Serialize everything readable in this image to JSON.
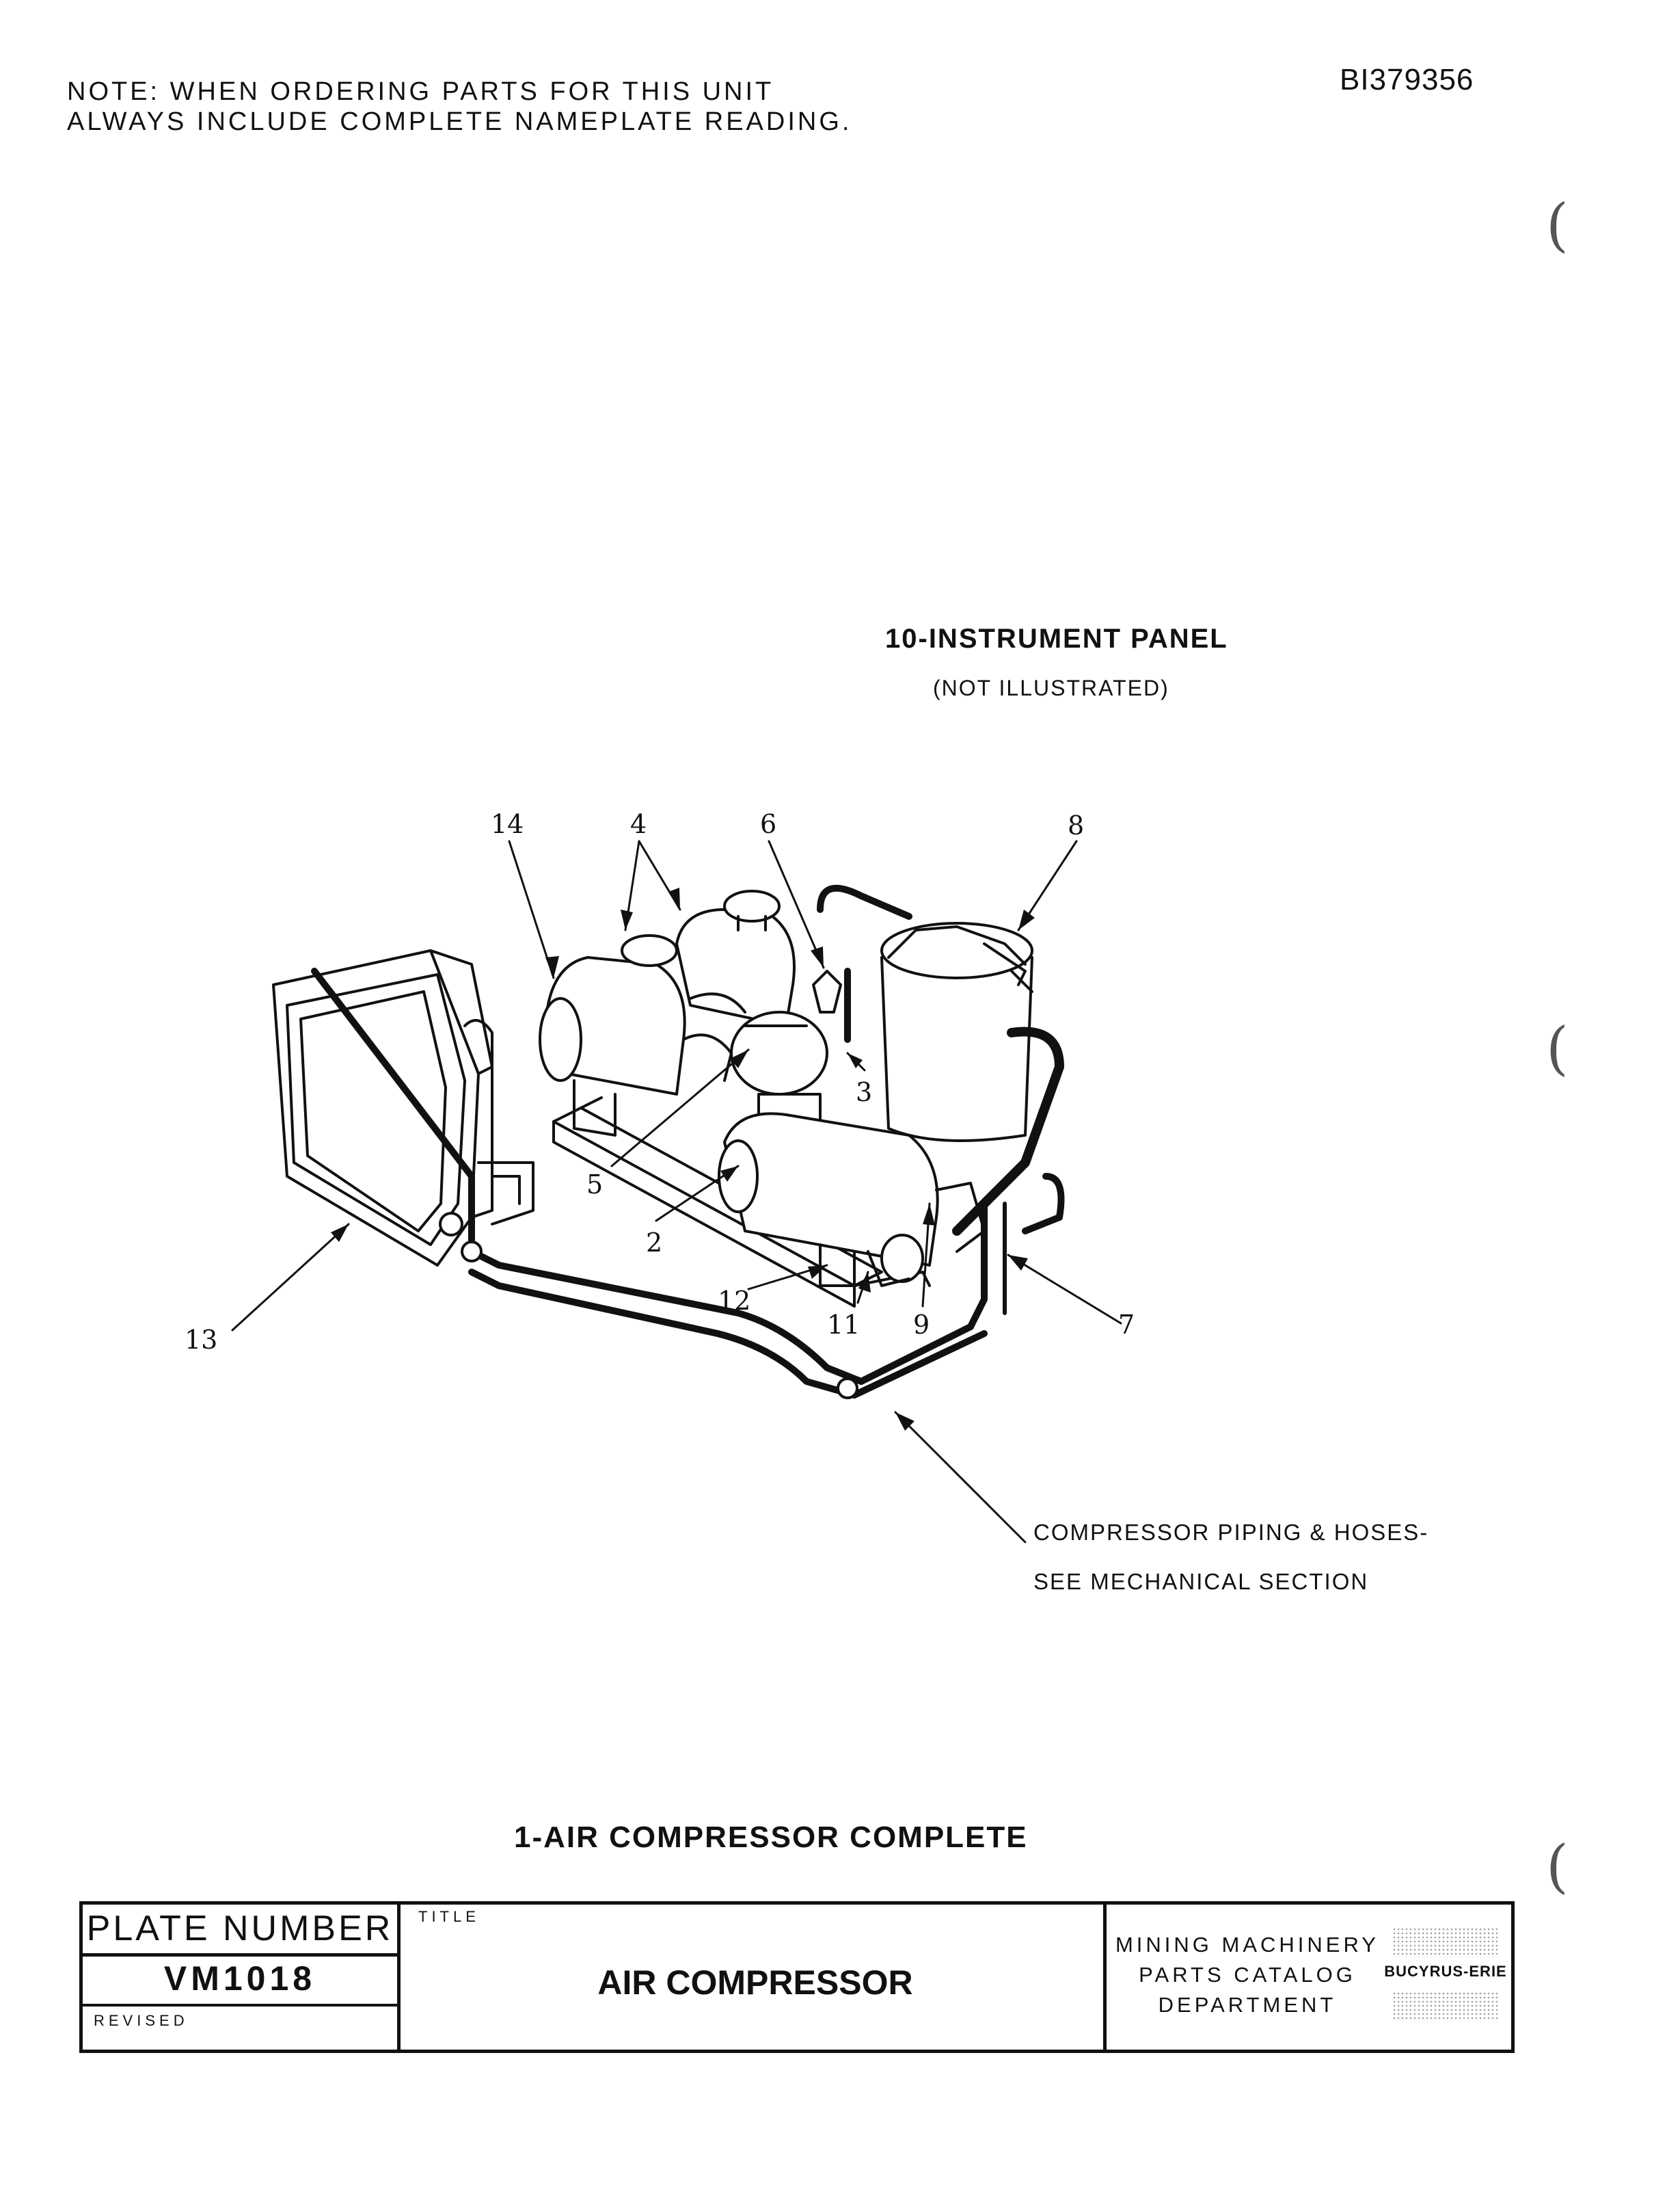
{
  "header": {
    "note_line1": "NOTE:  WHEN ORDERING PARTS FOR THIS UNIT",
    "note_line2": "ALWAYS INCLUDE COMPLETE NAMEPLATE READING.",
    "doc_id": "BI379356"
  },
  "margin_marks": [
    "(",
    "(",
    "("
  ],
  "panel_note": {
    "title": "10-INSTRUMENT PANEL",
    "subtitle": "(NOT ILLUSTRATED)"
  },
  "callouts": [
    "14",
    "4",
    "6",
    "8",
    "3",
    "5",
    "2",
    "12",
    "11",
    "9",
    "7",
    "13"
  ],
  "piping_note": {
    "line1": "COMPRESSOR PIPING & HOSES-",
    "line2": "SEE MECHANICAL SECTION"
  },
  "caption": "1-AIR COMPRESSOR COMPLETE",
  "title_block": {
    "plate_number_label": "PLATE NUMBER",
    "plate_number": "VM1018",
    "revised_label": "REVISED",
    "title_label": "TITLE",
    "title": "AIR COMPRESSOR",
    "dept_line1": "MINING MACHINERY",
    "dept_line2": "PARTS CATALOG",
    "dept_line3": "DEPARTMENT",
    "logo_text": "BUCYRUS-ERIE"
  }
}
